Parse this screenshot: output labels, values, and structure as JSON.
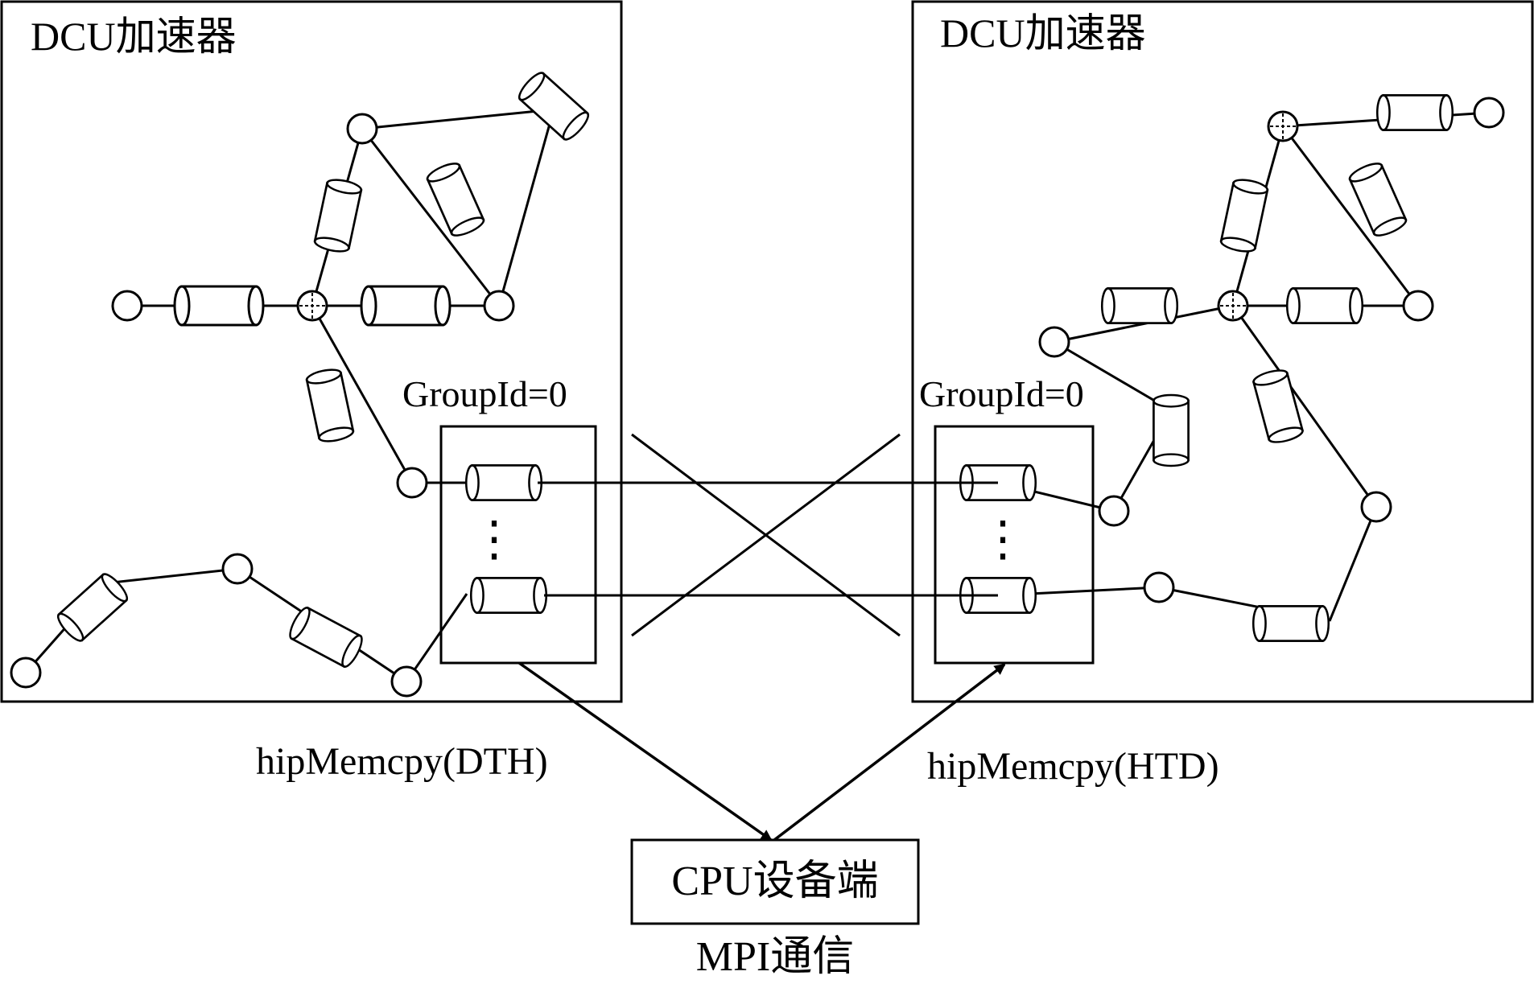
{
  "left_panel": {
    "title": "DCU加速器",
    "group_label": "GroupId=0",
    "ellipsis": "⋮"
  },
  "right_panel": {
    "title": "DCU加速器",
    "group_label": "GroupId=0",
    "ellipsis": "⋮"
  },
  "arrows": {
    "dth_label": "hipMemcpy(DTH)",
    "htd_label": "hipMemcpy(HTD)"
  },
  "cpu": {
    "box_label": "CPU设备端",
    "caption": "MPI通信"
  }
}
